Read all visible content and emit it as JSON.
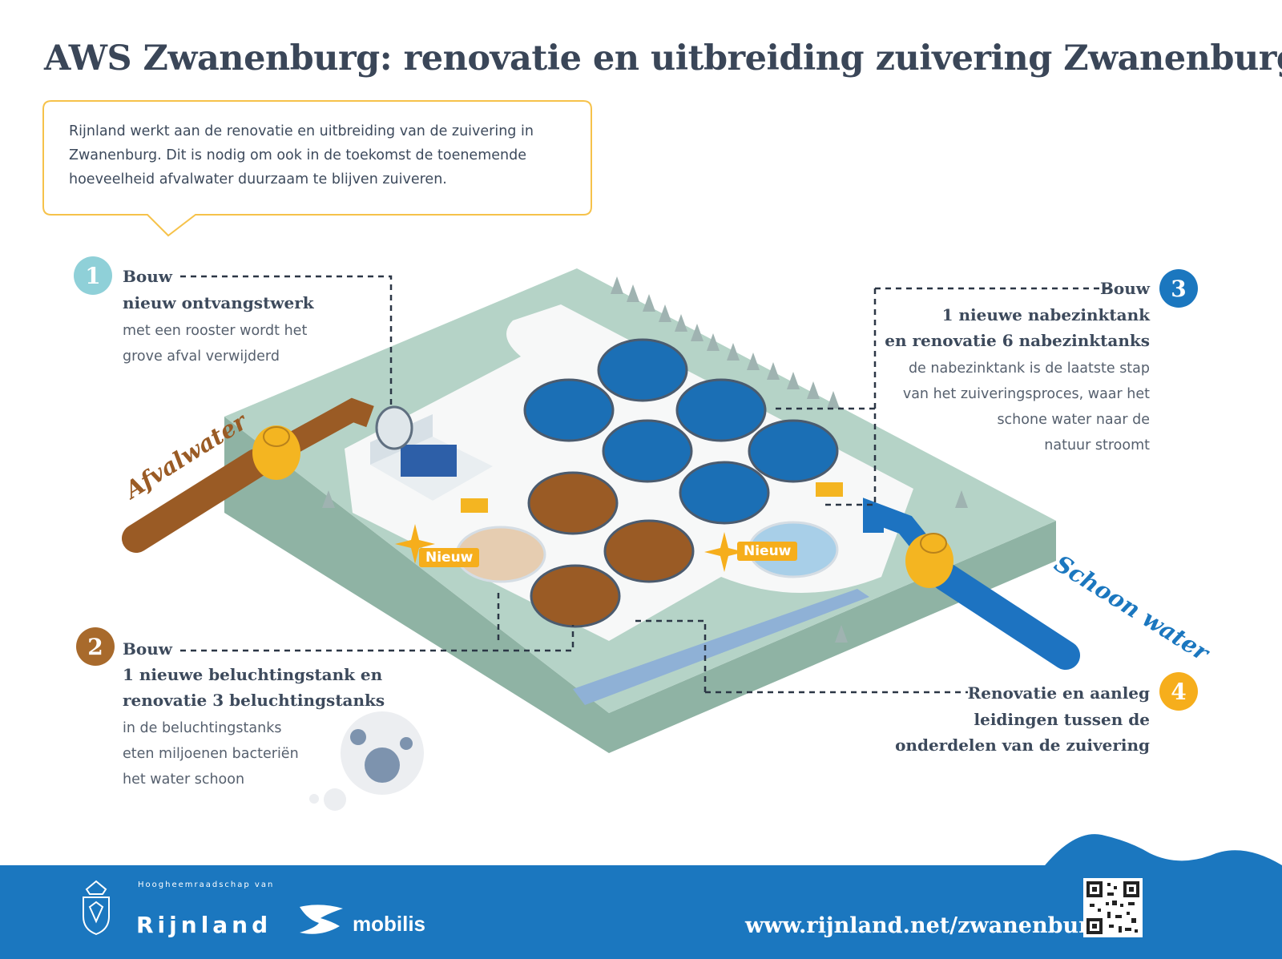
{
  "title": "AWS Zwanenburg: renovatie en uitbreiding zuivering Zwanenburg",
  "intro": "Rijnland werkt aan de renovatie en uitbreiding van de zuivering in Zwanenburg. Dit is nodig om ook in de toekomst de toenemende hoeveelheid afvalwater duurzaam te blijven zuiveren.",
  "steps": [
    {
      "number": "1",
      "head1": "Bouw",
      "head2": "nieuw ontvangstwerk",
      "body1": "met een rooster wordt het",
      "body2": "grove afval verwijderd",
      "color": "#8fd0d8"
    },
    {
      "number": "2",
      "head1": "Bouw",
      "head2": "1 nieuwe beluchtingstank en",
      "head3": "renovatie 3 beluchtingstanks",
      "body1": "in de beluchtingstanks",
      "body2": "eten miljoenen bacteriën",
      "body3": "het water schoon",
      "color": "#a86a2c"
    },
    {
      "number": "3",
      "head1": "Bouw",
      "head2": "1 nieuwe nabezinktank",
      "head3": "en renovatie 6 nabezinktanks",
      "body1": "de nabezinktank is de laatste stap",
      "body2": "van het zuiveringsproces, waar het",
      "body3": "schone water naar de",
      "body4": "natuur stroomt",
      "color": "#1b77bf"
    },
    {
      "number": "4",
      "head1": "Renovatie en aanleg",
      "head2": "leidingen tussen de",
      "head3": "onderdelen van de zuivering",
      "color": "#f6ae1c"
    }
  ],
  "labels": {
    "afvalwater": "Afvalwater",
    "schoon_water": "Schoon water",
    "nieuw": "Nieuw"
  },
  "footer": {
    "organisation_small": "Hoogheemraadschap van",
    "organisation": "Rijnland",
    "partner": "mobilis",
    "url": "www.rijnland.net/zwanenburg"
  },
  "colors": {
    "blue": "#1b77bf",
    "brown": "#a86a2c",
    "yellow": "#f6ae1c",
    "teal": "#8fd0d8",
    "ground": "#b5d3c7"
  }
}
